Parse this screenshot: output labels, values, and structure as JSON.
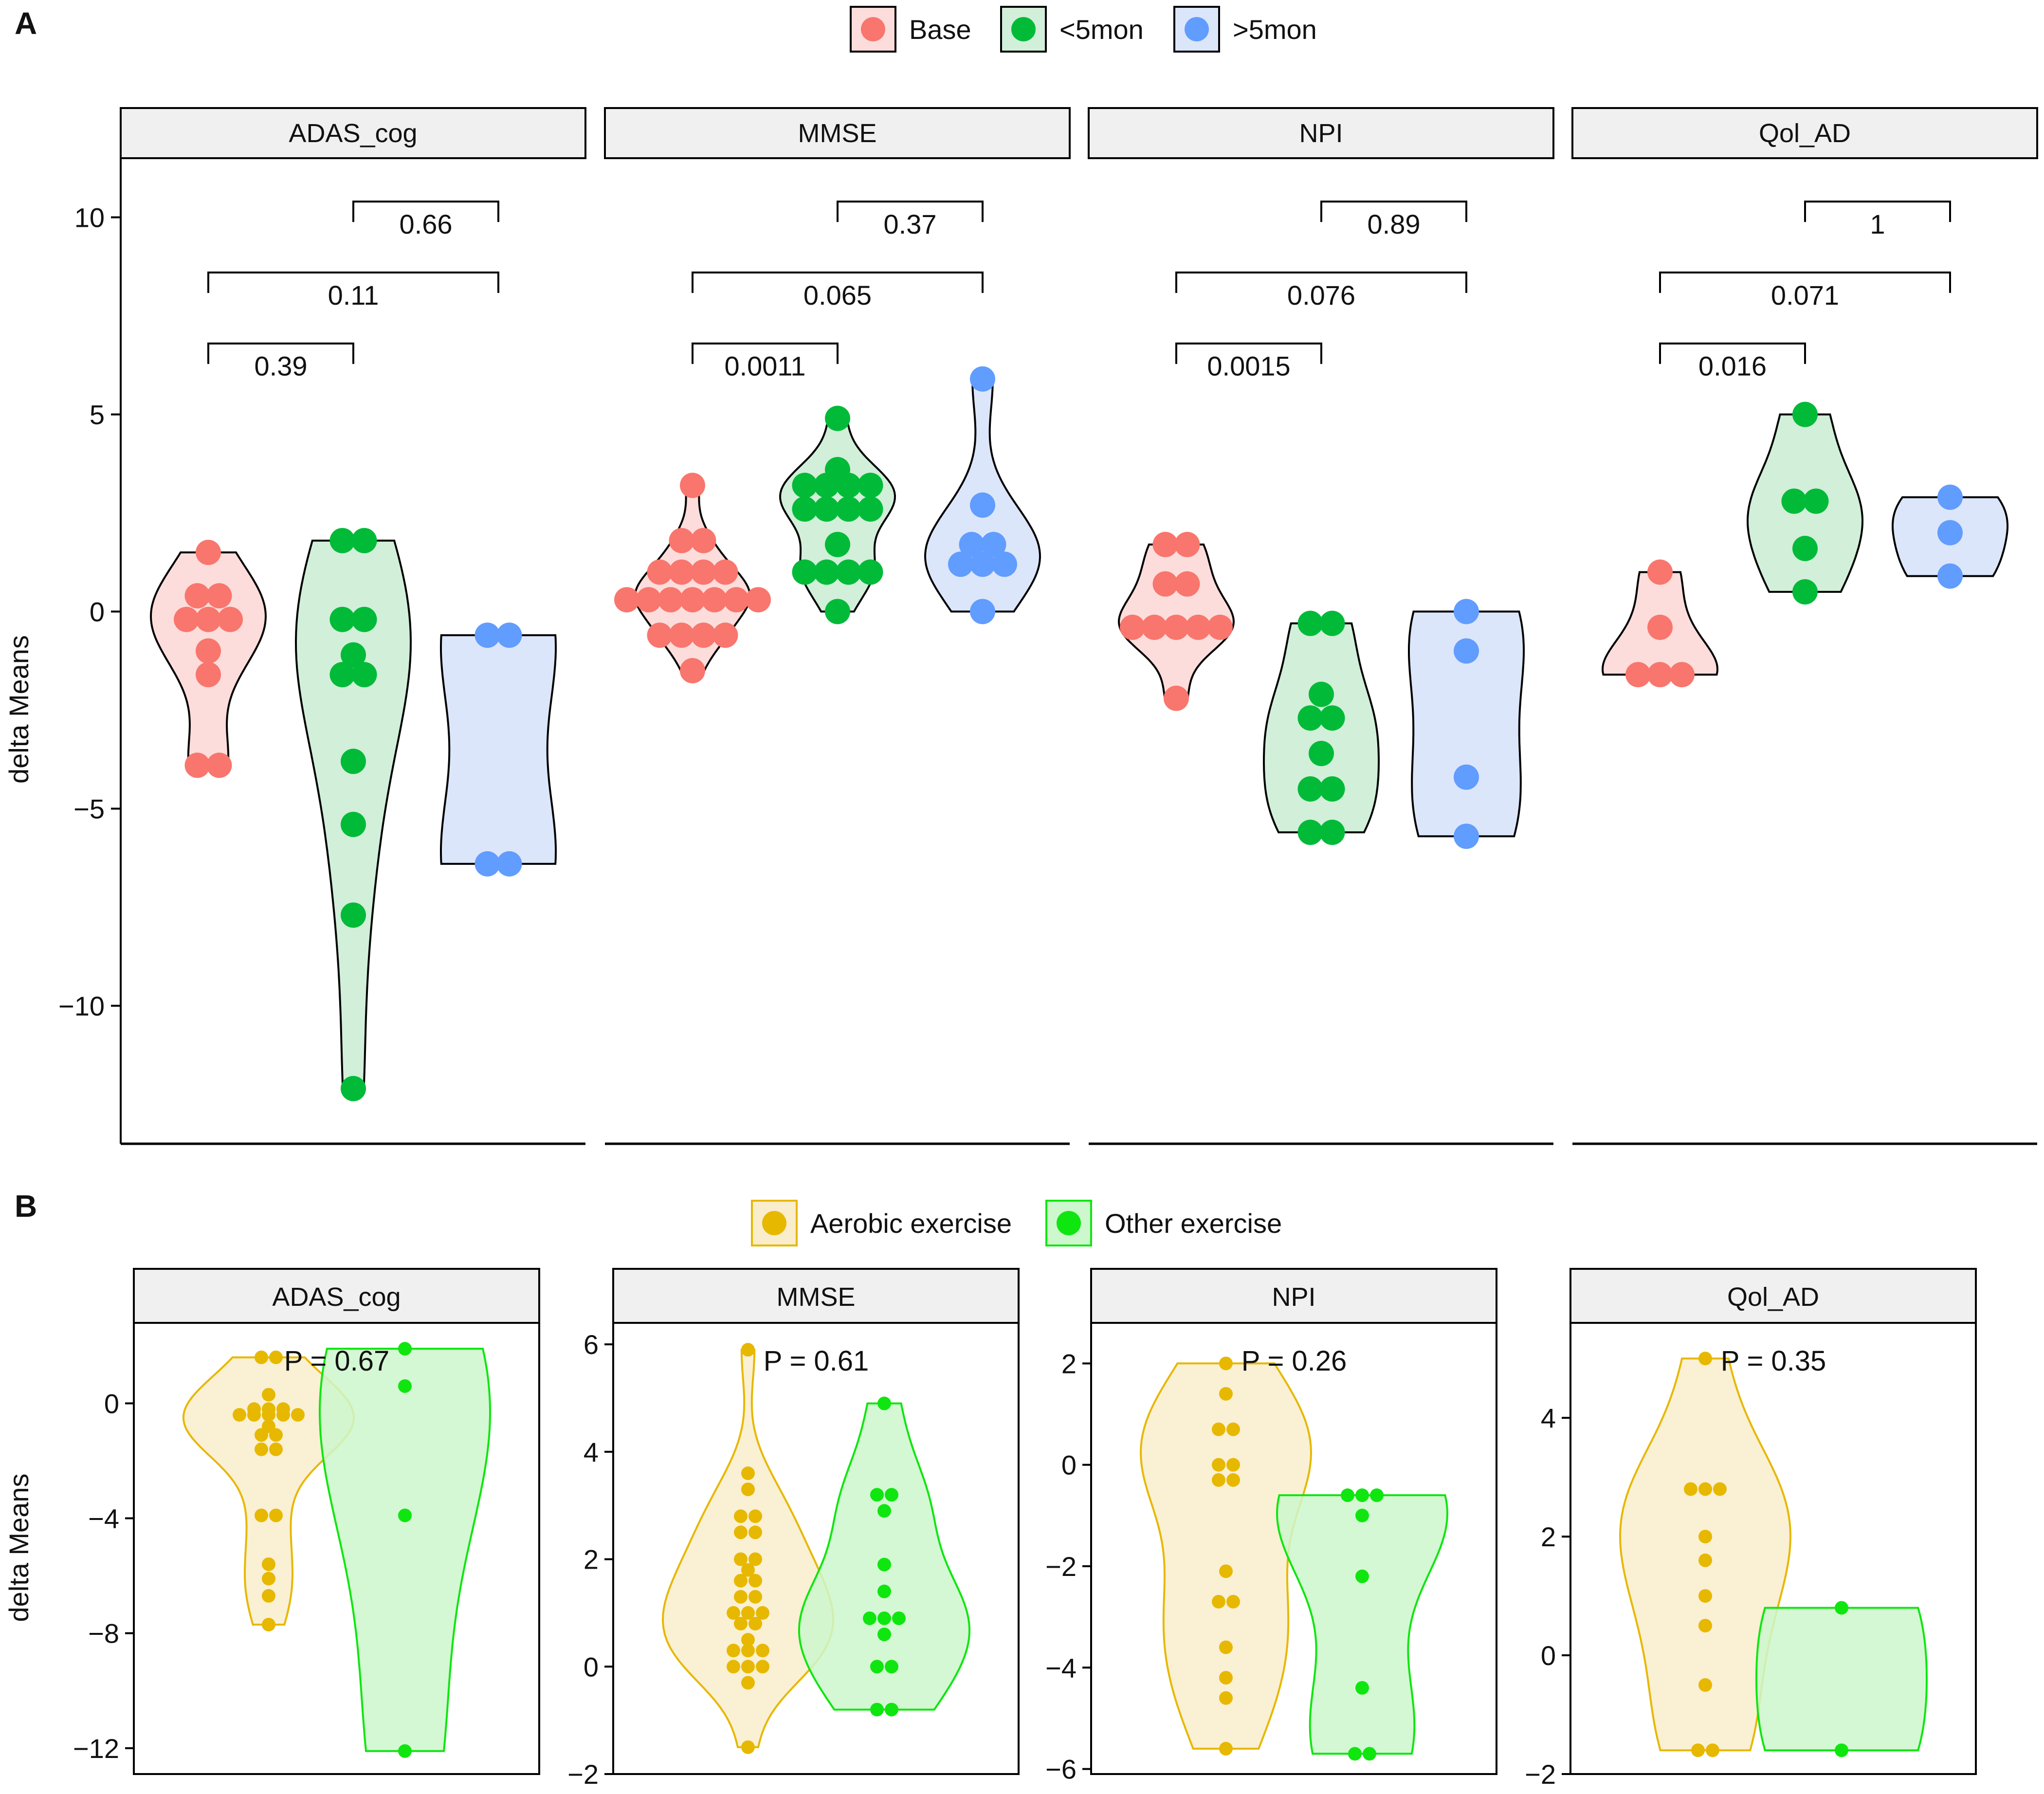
{
  "panel_labels": [
    "A",
    "B"
  ],
  "colors": {
    "base": "#F8766D",
    "lt5": "#00BA38",
    "gt5": "#619CFF",
    "base_fill": "#FCDDDB",
    "lt5_fill": "#D1EFD9",
    "gt5_fill": "#DCE6FA",
    "aerobic": "#E7B800",
    "aerobic_fill": "#F9EDCC",
    "other": "#0FE60F",
    "other_fill": "#CDF7CD",
    "strip": "#F0F0F0"
  },
  "chart_data": [
    {
      "type": "violin",
      "panel": "A",
      "ylabel": "delta Means",
      "ylim": [
        -13.5,
        11.5
      ],
      "yticks": [
        10,
        5,
        0,
        -5,
        -10
      ],
      "ytick_labels": [
        "10",
        "5",
        "0",
        "−5",
        "−10"
      ],
      "legend": {
        "position": "top",
        "entries": [
          "Base",
          "<5mon",
          ">5mon"
        ]
      },
      "groups": [
        "Base",
        "<5mon",
        ">5mon"
      ],
      "facets": [
        {
          "name": "ADAS_cog",
          "series": [
            {
              "group": "Base",
              "values": [
                1.5,
                0.4,
                0.4,
                -0.2,
                -0.2,
                -0.2,
                -1.0,
                -1.6,
                -3.9,
                -3.9
              ]
            },
            {
              "group": "<5mon",
              "values": [
                1.8,
                1.8,
                -0.2,
                -0.2,
                -1.1,
                -1.6,
                -1.6,
                -3.8,
                -5.4,
                -7.7,
                -12.1
              ]
            },
            {
              "group": ">5mon",
              "values": [
                -0.6,
                -0.6,
                -6.4,
                -6.4
              ]
            }
          ],
          "comparisons": [
            {
              "pair": [
                "<5mon",
                ">5mon"
              ],
              "p": "0.66",
              "level": 2
            },
            {
              "pair": [
                "Base",
                ">5mon"
              ],
              "p": "0.11",
              "level": 1
            },
            {
              "pair": [
                "Base",
                "<5mon"
              ],
              "p": "0.39",
              "level": 0
            }
          ]
        },
        {
          "name": "MMSE",
          "series": [
            {
              "group": "Base",
              "values": [
                3.2,
                1.8,
                1.8,
                1.0,
                1.0,
                1.0,
                1.0,
                0.3,
                0.3,
                0.3,
                0.3,
                0.3,
                0.3,
                0.3,
                -0.6,
                -0.6,
                -0.6,
                -0.6,
                -1.5
              ]
            },
            {
              "group": "<5mon",
              "values": [
                4.9,
                3.6,
                3.2,
                3.2,
                3.2,
                3.2,
                2.6,
                2.6,
                2.6,
                2.6,
                1.7,
                1.0,
                1.0,
                1.0,
                1.0,
                0.0
              ]
            },
            {
              "group": ">5mon",
              "values": [
                5.9,
                2.7,
                1.7,
                1.7,
                1.2,
                1.2,
                1.2,
                0.0
              ]
            }
          ],
          "comparisons": [
            {
              "pair": [
                "<5mon",
                ">5mon"
              ],
              "p": "0.37",
              "level": 2
            },
            {
              "pair": [
                "Base",
                ">5mon"
              ],
              "p": "0.065",
              "level": 1
            },
            {
              "pair": [
                "Base",
                "<5mon"
              ],
              "p": "0.0011",
              "level": 0
            }
          ]
        },
        {
          "name": "NPI",
          "series": [
            {
              "group": "Base",
              "values": [
                1.7,
                1.7,
                0.7,
                0.7,
                -0.4,
                -0.4,
                -0.4,
                -0.4,
                -0.4,
                -2.2
              ]
            },
            {
              "group": "<5mon",
              "values": [
                -0.3,
                -0.3,
                -2.1,
                -2.7,
                -2.7,
                -3.6,
                -4.5,
                -4.5,
                -5.6,
                -5.6
              ]
            },
            {
              "group": ">5mon",
              "values": [
                0.0,
                -1.0,
                -4.2,
                -5.7
              ]
            }
          ],
          "comparisons": [
            {
              "pair": [
                "<5mon",
                ">5mon"
              ],
              "p": "0.89",
              "level": 2
            },
            {
              "pair": [
                "Base",
                ">5mon"
              ],
              "p": "0.076",
              "level": 1
            },
            {
              "pair": [
                "Base",
                "<5mon"
              ],
              "p": "0.0015",
              "level": 0
            }
          ]
        },
        {
          "name": "Qol_AD",
          "series": [
            {
              "group": "Base",
              "values": [
                1.0,
                -0.4,
                -1.6,
                -1.6,
                -1.6
              ]
            },
            {
              "group": "<5mon",
              "values": [
                5.0,
                2.8,
                2.8,
                1.6,
                0.5
              ]
            },
            {
              "group": ">5mon",
              "values": [
                2.9,
                2.0,
                0.9
              ]
            }
          ],
          "comparisons": [
            {
              "pair": [
                "<5mon",
                ">5mon"
              ],
              "p": "1",
              "level": 2
            },
            {
              "pair": [
                "Base",
                ">5mon"
              ],
              "p": "0.071",
              "level": 1
            },
            {
              "pair": [
                "Base",
                "<5mon"
              ],
              "p": "0.016",
              "level": 0
            }
          ]
        }
      ]
    },
    {
      "type": "violin",
      "panel": "B",
      "ylabel": "delta Means",
      "legend": {
        "position": "top",
        "entries": [
          "Aerobic exercise",
          "Other exercise"
        ]
      },
      "groups": [
        "Aerobic exercise",
        "Other exercise"
      ],
      "facets": [
        {
          "name": "ADAS_cog",
          "p_label": "P = 0.67",
          "ylim": [
            -12.9,
            2.8
          ],
          "yticks": [
            0,
            -4,
            -8,
            -12
          ],
          "ytick_labels": [
            "0",
            "−4",
            "−8",
            "−12"
          ],
          "series": [
            {
              "group": "Aerobic exercise",
              "values": [
                1.6,
                1.6,
                0.3,
                -0.2,
                -0.2,
                -0.2,
                -0.4,
                -0.4,
                -0.4,
                -0.4,
                -0.4,
                -0.8,
                -1.1,
                -1.1,
                -1.6,
                -1.6,
                -3.9,
                -3.9,
                -5.6,
                -6.1,
                -6.7,
                -7.7
              ]
            },
            {
              "group": "Other exercise",
              "values": [
                1.9,
                0.6,
                -3.9,
                -12.1
              ]
            }
          ]
        },
        {
          "name": "MMSE",
          "p_label": "P = 0.61",
          "ylim": [
            -2.0,
            6.4
          ],
          "yticks": [
            6,
            4,
            2,
            0,
            -2
          ],
          "ytick_labels": [
            "6",
            "4",
            "2",
            "0",
            "−2"
          ],
          "series": [
            {
              "group": "Aerobic exercise",
              "values": [
                5.9,
                3.6,
                3.3,
                2.8,
                2.8,
                2.5,
                2.5,
                2.0,
                2.0,
                1.8,
                1.6,
                1.6,
                1.3,
                1.3,
                1.0,
                1.0,
                1.0,
                0.8,
                0.8,
                0.5,
                0.3,
                0.3,
                0.3,
                0.0,
                0.0,
                0.0,
                -0.3,
                -1.5
              ]
            },
            {
              "group": "Other exercise",
              "values": [
                4.9,
                3.2,
                3.2,
                2.9,
                1.9,
                1.4,
                0.9,
                0.9,
                0.9,
                0.6,
                0.0,
                0.0,
                -0.8,
                -0.8
              ]
            }
          ]
        },
        {
          "name": "NPI",
          "p_label": "P = 0.26",
          "ylim": [
            -6.1,
            2.8
          ],
          "yticks": [
            2,
            0,
            -2,
            -4,
            -6
          ],
          "ytick_labels": [
            "2",
            "0",
            "−2",
            "−4",
            "−6"
          ],
          "series": [
            {
              "group": "Aerobic exercise",
              "values": [
                2.0,
                1.4,
                0.7,
                0.7,
                0.0,
                0.0,
                -0.3,
                -0.3,
                -2.1,
                -2.7,
                -2.7,
                -3.6,
                -4.2,
                -4.6,
                -5.6
              ]
            },
            {
              "group": "Other exercise",
              "values": [
                -0.6,
                -0.6,
                -0.6,
                -1.0,
                -2.2,
                -4.4,
                -5.7,
                -5.7
              ]
            }
          ]
        },
        {
          "name": "Qol_AD",
          "p_label": "P = 0.35",
          "ylim": [
            -2.0,
            5.6
          ],
          "yticks": [
            4,
            2,
            0,
            -2
          ],
          "ytick_labels": [
            "4",
            "2",
            "0",
            "−2"
          ],
          "series": [
            {
              "group": "Aerobic exercise",
              "values": [
                5.0,
                2.8,
                2.8,
                2.8,
                2.0,
                1.6,
                1.0,
                0.5,
                -0.5,
                -1.6,
                -1.6
              ]
            },
            {
              "group": "Other exercise",
              "values": [
                0.8,
                -1.6
              ]
            }
          ]
        }
      ]
    }
  ]
}
